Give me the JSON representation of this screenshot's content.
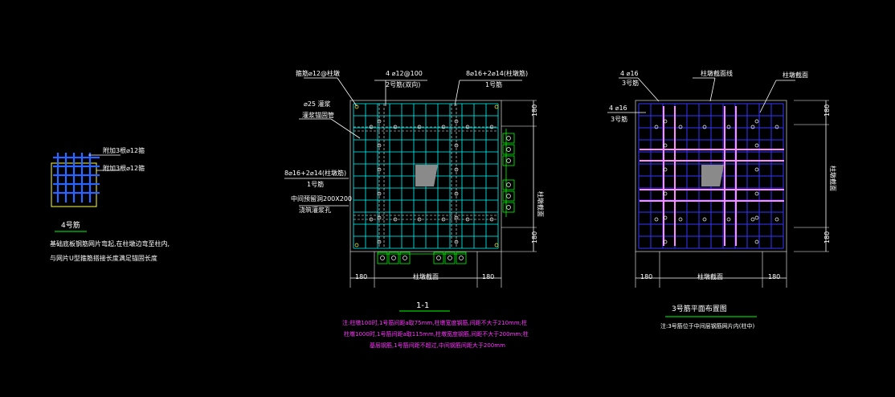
{
  "detail4": {
    "label_a": "附加3根⌀12箍",
    "label_b": "附加3根⌀12箍",
    "title": "4号筋",
    "note_line1": "基础底板钢筋网片弯起,在柱墩边弯至柱内,",
    "note_line2": "与网片U型箍筋搭接长度满足锚固长度"
  },
  "section11": {
    "callout_topleft": "箍筋⌀12@柱墩",
    "callout_top_mid_line1": "4 ⌀12@100",
    "callout_top_mid_line2": "2号筋(双向)",
    "callout_top_right_line1": "8⌀16+2⌀14(柱墩筋)",
    "callout_top_right_line2": "1号筋",
    "callout_left1_line1": "⌀25 灌浆",
    "callout_left1_line2": "灌浆锚固管",
    "callout_left2_line1": "8⌀16+2⌀14(柱墩筋)",
    "callout_left2_line2": "1号筋",
    "callout_left3_line1": "中间预留洞200X200",
    "callout_left3_line2": "浇筑灌浆孔",
    "dim_top": "180",
    "dim_bottom": "180",
    "dim_mid": "柱墩截面",
    "dim_left": "180",
    "dim_right": "180",
    "dim_center": "柱墩截面",
    "title": "1-1",
    "note_line1": "注:柱墩100时,1号筋间距a取75mm,柱墩宽度钢筋,间距不大于210mm;柱",
    "note_line2": "柱墩1000时,1号筋间距a取115mm,柱墩宽度钢筋,间距不大于200mm;柱",
    "note_line3": "基层钢筋,1号筋间距不超过,中间钢筋间距大于200mm"
  },
  "plan3": {
    "callout_tl_line1": "4 ⌀16",
    "callout_tl_line2": "3号筋",
    "callout_tl2_line1": "4 ⌀16",
    "callout_tl2_line2": "3号筋",
    "callout_top_mid": "柱墩截面线",
    "callout_top_right": "柱墩截面",
    "dim_top": "180",
    "dim_bottom": "180",
    "dim_mid": "柱墩截面",
    "dim_left": "180",
    "dim_right": "180",
    "dim_center": "柱墩截面",
    "title": "3号筋平面布置图",
    "note": "注:3号筋位于中间层钢筋网片内(柱中)"
  },
  "colors": {
    "background": "#000000",
    "white": "#ffffff",
    "cyan": "#00ffff",
    "blue": "#3333ff",
    "pink": "#ffaaff",
    "magenta": "#ff33ff",
    "yellow": "#ffff44",
    "green": "#00ff00",
    "gray": "#9a9a9a"
  }
}
